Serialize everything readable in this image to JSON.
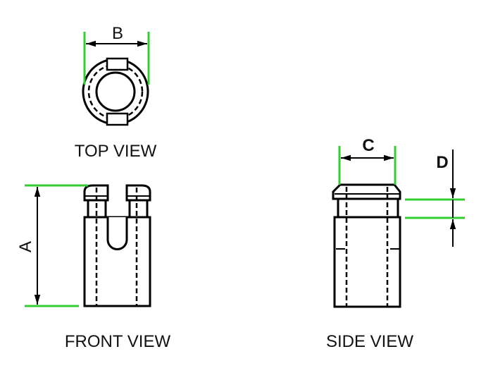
{
  "labels": {
    "top_view": "TOP VIEW",
    "front_view": "FRONT VIEW",
    "side_view": "SIDE VIEW"
  },
  "dimensions": {
    "a": "A",
    "b": "B",
    "c": "C",
    "d": "D"
  },
  "colors": {
    "outline": "#000000",
    "dimension_extension": "#33cc33"
  }
}
